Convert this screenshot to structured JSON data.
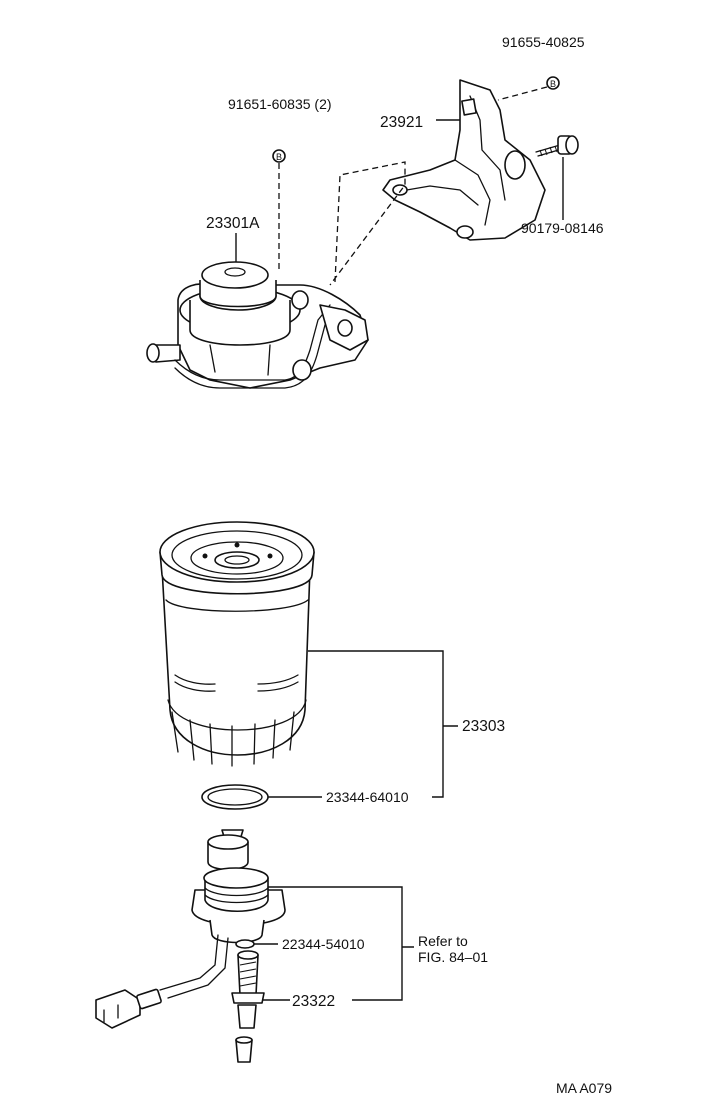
{
  "parts": {
    "bolt_top": "91655-40825",
    "bolt_left": "91651-60835 (2)",
    "bracket": "23921",
    "bolt_right": "90179-08146",
    "filter_head": "23301A",
    "filter_element": "23303",
    "o_ring_large": "23344-64010",
    "o_ring_small": "22344-54010",
    "sensor": "23322"
  },
  "reference": {
    "line1": "Refer to",
    "line2": "FIG. 84–01"
  },
  "markers": {
    "bolt_marker": "B"
  },
  "figure_code": "MA A079"
}
